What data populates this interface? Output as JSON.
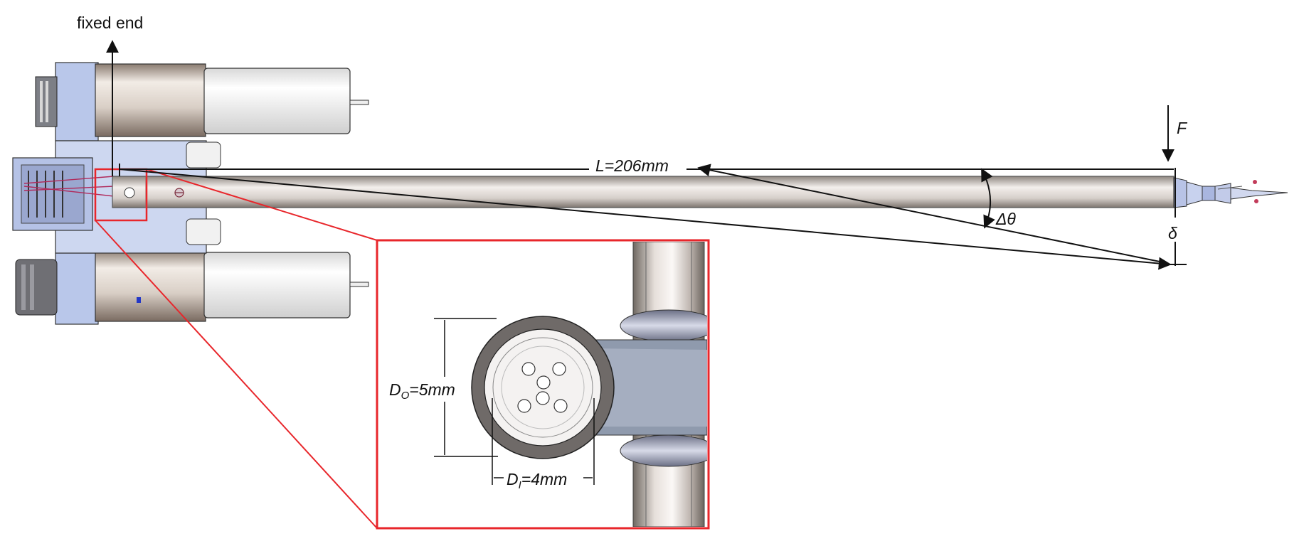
{
  "labels": {
    "fixed_end": "fixed end",
    "length": "L=206mm",
    "force": "F",
    "angle": "Δθ",
    "deflection": "δ",
    "outer_diameter": {
      "base": "D",
      "sub": "O",
      "value": "=5mm"
    },
    "inner_diameter": {
      "base": "D",
      "sub": "I",
      "value": "=4mm"
    }
  },
  "colors": {
    "zoom_frame": "#e8262b",
    "outline": "#111111",
    "shaft": "#c9c2bd",
    "housing": "#cdd7f0",
    "motor_body": "#a8998e",
    "motor_cap": "#f4f4f4",
    "bracket": "#8f9aad",
    "ring": "#6f6a68"
  },
  "icons": {
    "force_arrow": "down-arrow-icon",
    "fixed_end_arrow": "up-arrow-icon"
  }
}
